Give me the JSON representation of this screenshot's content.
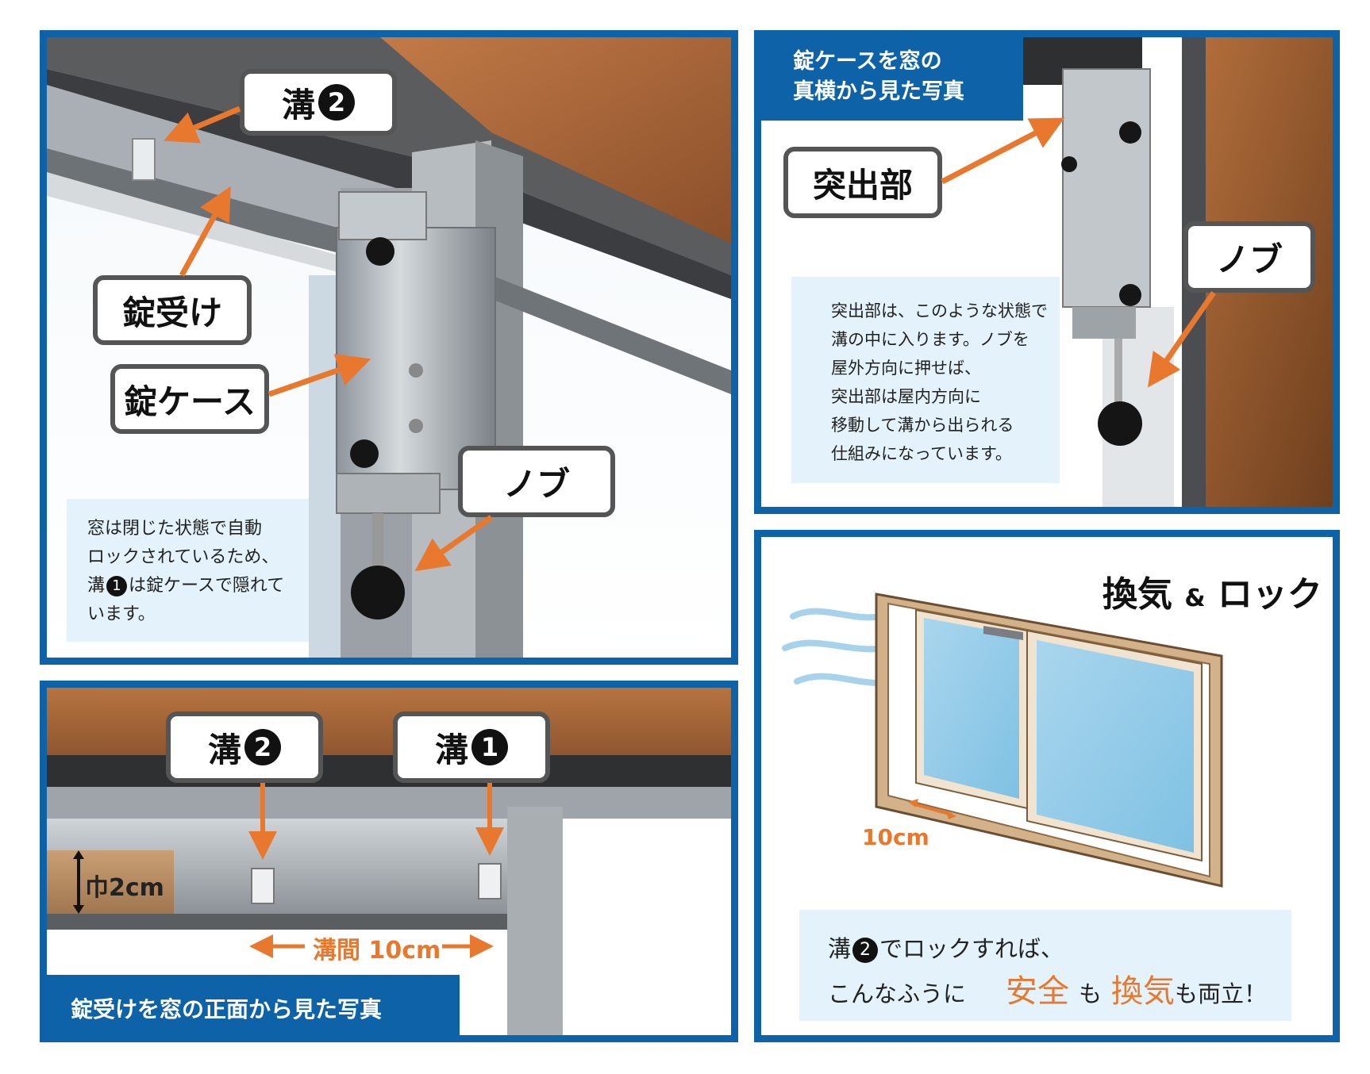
{
  "panel_tl": {
    "label_groove2": "溝",
    "groove2_num": "2",
    "label_receiver": "錠受け",
    "label_case": "錠ケース",
    "label_knob": "ノブ",
    "note_lines": [
      "窓は閉じた状態で自動",
      "ロックされているため、",
      "は錠ケースで隠れて",
      "います。"
    ],
    "note_groove": "溝",
    "note_num": "1"
  },
  "panel_tr": {
    "header_lines": [
      "錠ケースを窓の",
      "真横から見た写真"
    ],
    "label_protrusion": "突出部",
    "label_knob": "ノブ",
    "note_lines": [
      "突出部は、このような状態で",
      "溝の中に入ります。ノブを",
      "屋外方向に押せば、",
      "突出部は屋内方向に",
      "移動して溝から出られる",
      "仕組みになっています。"
    ]
  },
  "panel_bl": {
    "label_groove2": "溝",
    "groove2_num": "2",
    "label_groove1": "溝",
    "groove1_num": "1",
    "width_label": "巾2cm",
    "gap_label": "溝間 10cm",
    "footer": "錠受けを窓の正面から見た写真"
  },
  "panel_br": {
    "title_main": "換気",
    "title_amp": "&",
    "title_lock": "ロック",
    "dim_label": "10cm",
    "msg_line1_a": "溝",
    "msg_line1_num": "2",
    "msg_line1_b": "でロックすれば、",
    "msg_line2_a": "こんなふうに",
    "msg_safe": "安全",
    "msg_mo1": "も",
    "msg_vent": "換気",
    "msg_end": "も両立！"
  },
  "colors": {
    "border_blue": "#0d62a8",
    "arrow_orange": "#e8782e",
    "note_bg": "#e4f3fb"
  }
}
